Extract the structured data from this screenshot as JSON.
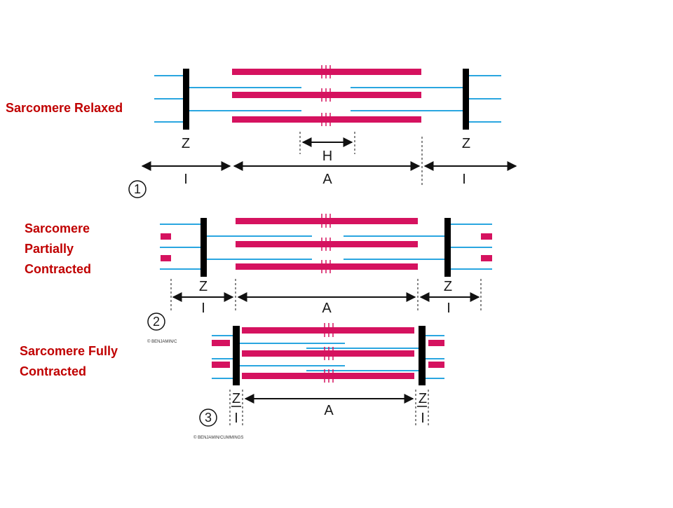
{
  "colors": {
    "actin": "#2aa6e0",
    "myosin": "#d5125f",
    "zline": "#000000",
    "caption": "#c00000",
    "arrow": "#111111"
  },
  "captions": {
    "relaxed": [
      "Sarcomere Relaxed"
    ],
    "partial": [
      "Sarcomere",
      "Partially",
      "Contracted"
    ],
    "full": [
      "Sarcomere Fully",
      "Contracted"
    ]
  },
  "labels": {
    "z": "Z",
    "i": "I",
    "a": "A",
    "h": "H"
  },
  "steps": {
    "one": "1",
    "two": "2",
    "three": "3"
  },
  "credits": {
    "partial": "© BENJAMIN/C",
    "full": "© BENJAMIN/CUMMINGS"
  }
}
